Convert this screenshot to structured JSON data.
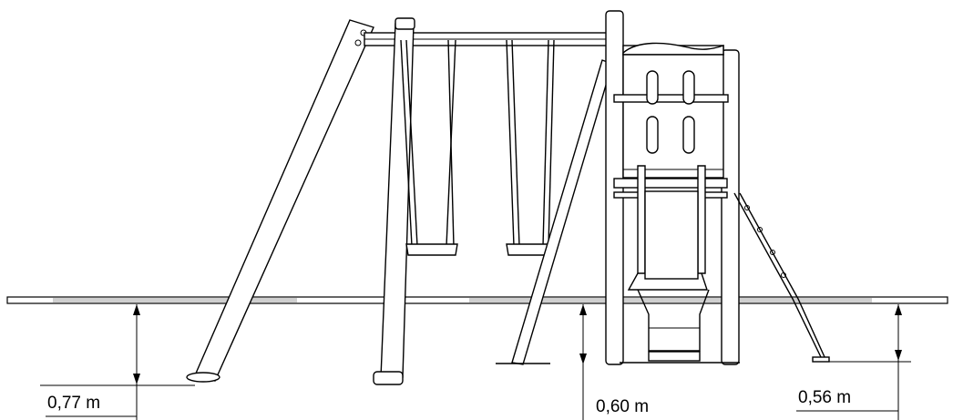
{
  "dimensions": {
    "left": {
      "label": "0,77 m",
      "value": 0.77,
      "unit": "m"
    },
    "middle": {
      "label": "0,60 m",
      "value": 0.6,
      "unit": "m"
    },
    "right": {
      "label": "0,56 m",
      "value": 0.56,
      "unit": "m"
    }
  },
  "colors": {
    "line": "#000000",
    "background": "#ffffff",
    "ground": "#cfcfcf"
  }
}
